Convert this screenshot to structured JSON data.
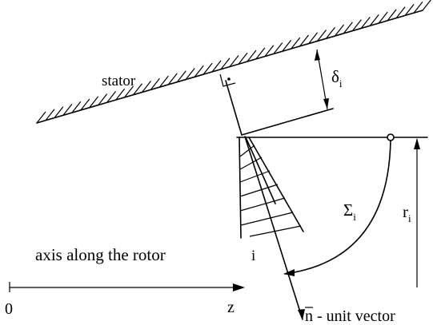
{
  "labels": {
    "stator": "stator",
    "delta": "δ",
    "delta_sub": "i",
    "sigma": "Σ",
    "sigma_sub": "i",
    "radius": "r",
    "radius_sub": "i",
    "blade_index": "i",
    "axis_text": "axis along the rotor",
    "origin": "0",
    "z_axis": "z",
    "normal_symbol": "n",
    "normal_text": " - unit vector"
  },
  "colors": {
    "ink": "#000000",
    "background": "#ffffff"
  },
  "icons": {
    "right_angle_marker": "right-angle-dot-icon",
    "pivot": "open-circle-icon"
  }
}
